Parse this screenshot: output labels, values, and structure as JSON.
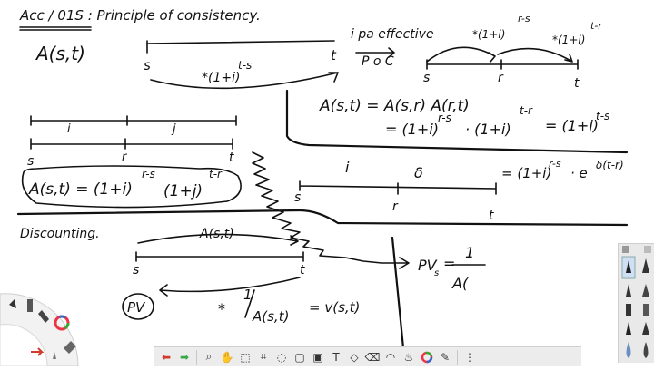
{
  "notes": {
    "title": "Acc / 01S : Principle of consistency.",
    "a_s_t": "A(s,t)",
    "top_line": {
      "s": "s",
      "t": "t",
      "factor": "*(1+i)",
      "factor_exp": "t-s"
    },
    "right_top": {
      "i_pa": "i pa effective",
      "p_of_c": "P o C",
      "factor_left": "*(1+i)",
      "factor_left_exp": "r-s",
      "factor_right": "*(1+i)",
      "factor_right_exp": "t-r",
      "s": "s",
      "r": "r",
      "t": "t"
    },
    "equation_line1": "A(s,t) = A(s,r) A(r,t)",
    "equation_line2_a": "= (1+i)",
    "equation_line2_a_exp": "r-s",
    "equation_line2_b": "· (1+i)",
    "equation_line2_b_exp": "t-r",
    "equation_line2_c": "= (1+i)",
    "equation_line2_c_exp": "t-s",
    "middle_left": {
      "i": "i",
      "r": "r",
      "j": "j",
      "s": "s",
      "t": "t",
      "boxed_formula_a": "A(s,t) = (1+i)",
      "boxed_exp_a": "r-s",
      "boxed_formula_b": "(1+j)",
      "boxed_exp_b": "t-r"
    },
    "middle_right": {
      "i": "i",
      "delta": "δ",
      "s": "s",
      "r": "r",
      "t": "t",
      "formula": "= (1+i)",
      "formula_exp": "r-s",
      "formula_b": "· e",
      "formula_b_exp": "δ(t-r)"
    },
    "discounting": {
      "label": "Discounting.",
      "a_s_t": "A(s,t)",
      "s": "s",
      "t": "t",
      "pv": "PV",
      "star": "*",
      "frac_num": "1",
      "frac_den": "A(s,t)",
      "equals_v": "= v(s,t)",
      "pv_s": "PV",
      "pv_sub": "s",
      "pv_eq": "=",
      "pv_num": "1",
      "pv_den": "A("
    }
  },
  "toolbar": {
    "icons": [
      "undo-icon",
      "redo-icon",
      "search-icon",
      "pan-icon",
      "select-icon",
      "crop-icon",
      "lasso-icon",
      "rectangle-icon",
      "image-icon",
      "text-icon",
      "highlighter-icon",
      "eraser-icon",
      "shape-icon",
      "paint-icon",
      "color-wheel-icon",
      "pen-icon",
      "more-icon"
    ]
  },
  "colors": {
    "ink": "#111111",
    "undo": "#d23b2b",
    "redo": "#3aa84a",
    "toolbar_bg": "#ececec"
  }
}
